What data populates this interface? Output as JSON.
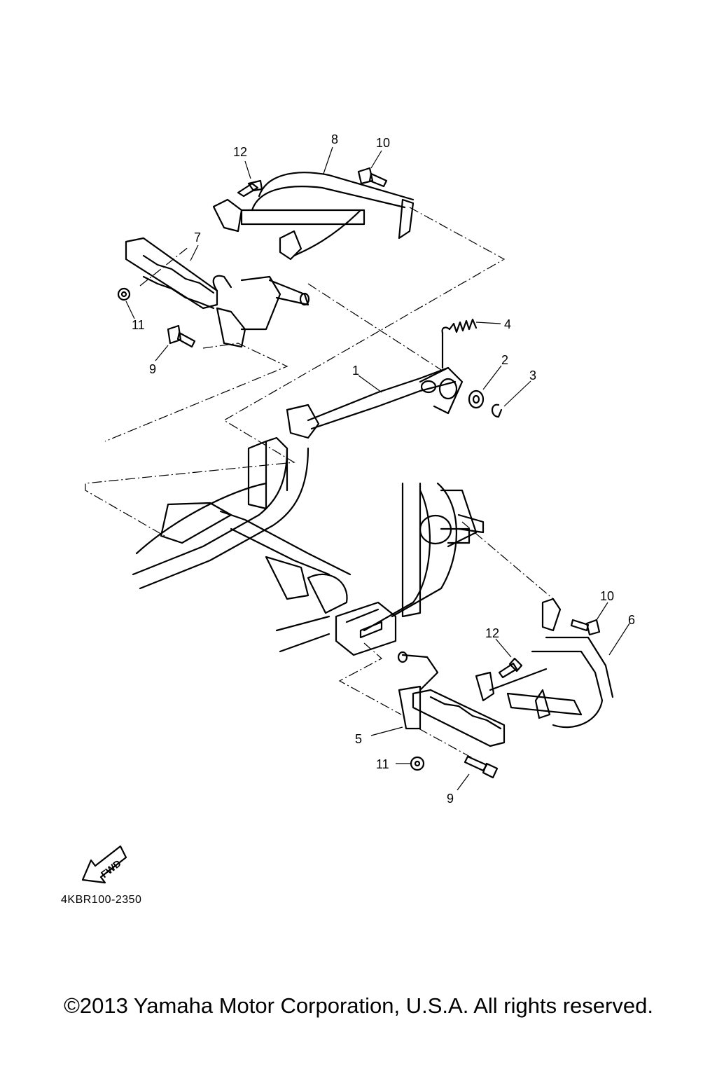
{
  "diagram": {
    "callouts": {
      "c1": "1",
      "c2": "2",
      "c3": "3",
      "c4": "4",
      "c5": "5",
      "c6": "6",
      "c7": "7",
      "c8": "8",
      "c9_top": "9",
      "c9_bottom": "9",
      "c10_top": "10",
      "c10_bottom": "10",
      "c11_top": "11",
      "c11_bottom": "11",
      "c12_top": "12",
      "c12_bottom": "12"
    },
    "fwd_label": "FWD",
    "code": "4KBR100-2350"
  },
  "footer": {
    "copyright": "©2013 Yamaha Motor Corporation, U.S.A. All rights reserved."
  }
}
